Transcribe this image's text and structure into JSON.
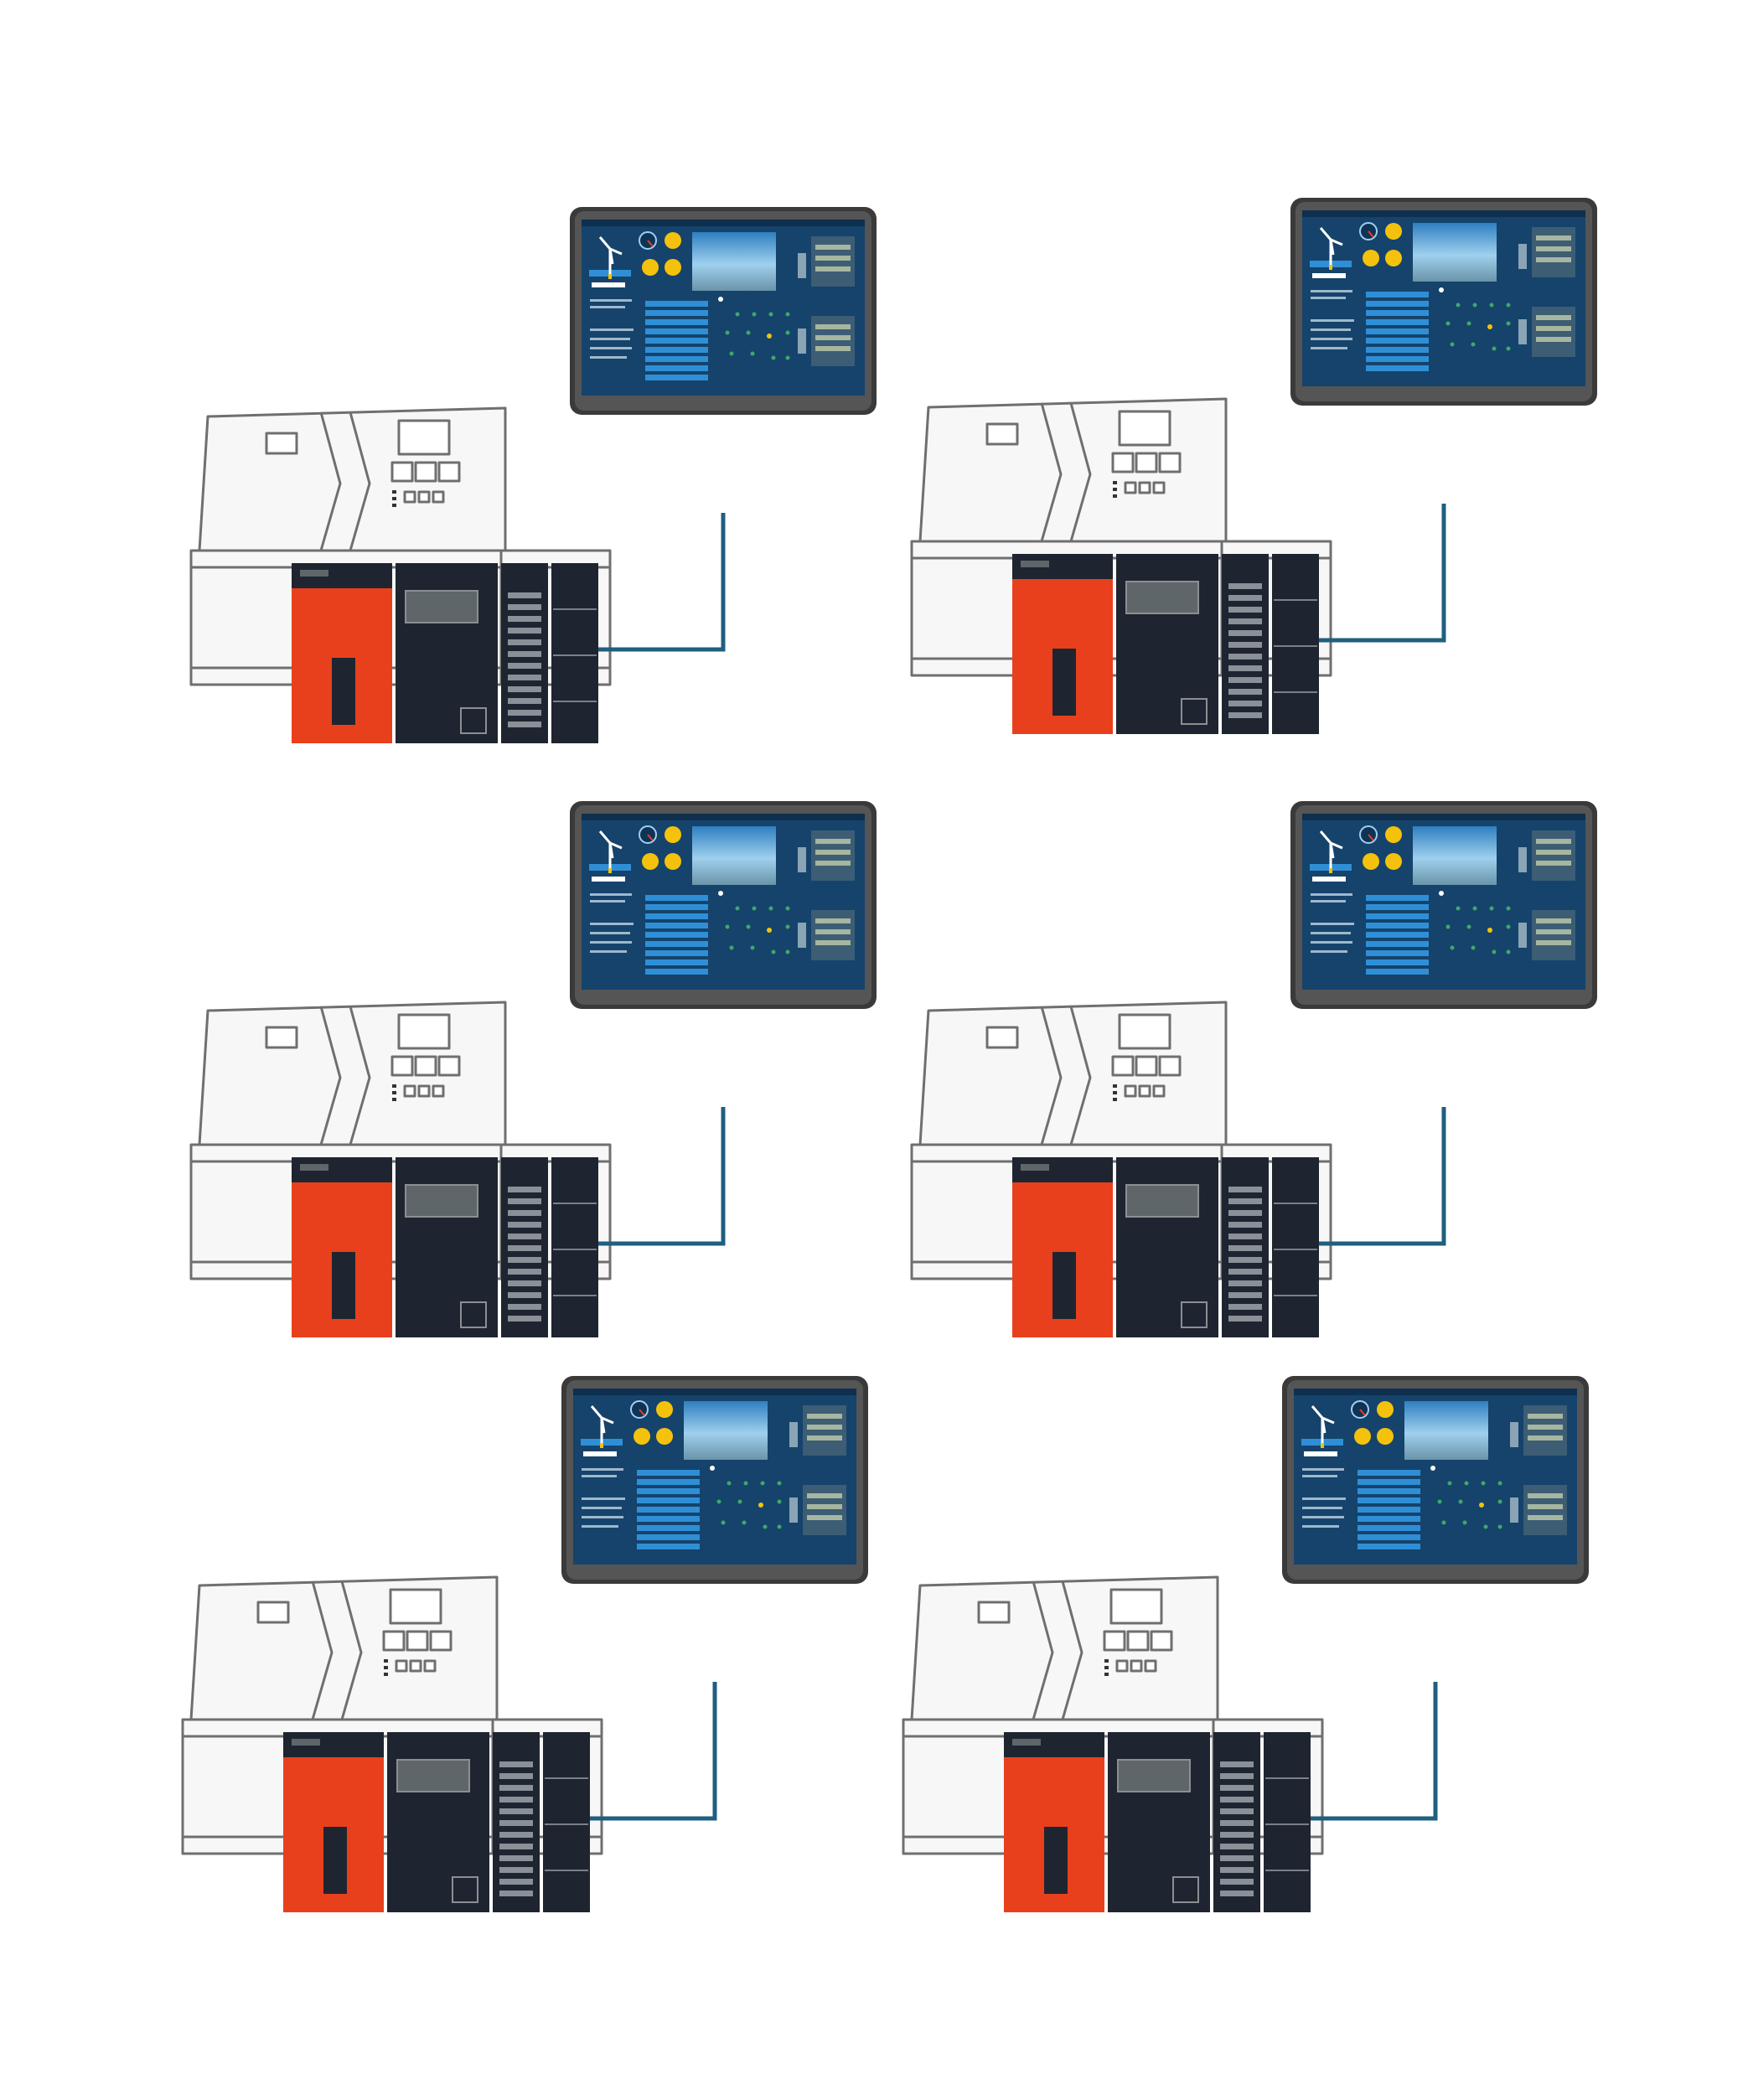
{
  "colors": {
    "background": "#ffffff",
    "machine_outline": "#6f6f6f",
    "machine_fill": "#f7f7f7",
    "plc_cpu": "#e8401c",
    "plc_dark": "#1e2530",
    "plc_lcd": "#5f6669",
    "io_led": "#8a9097",
    "connector": "#1f5f80",
    "hmi_bezel": "#3a3a3a",
    "hmi_screen": "#15436b",
    "hmi_accent": "#2f8fd6",
    "gauge_yellow": "#f4c20d"
  },
  "cells": [
    {
      "id": "cell-1",
      "components": [
        "cnc-lathe",
        "plc-rack",
        "hmi-touch-panel",
        "network-cable"
      ]
    },
    {
      "id": "cell-2",
      "components": [
        "cnc-lathe",
        "plc-rack",
        "hmi-touch-panel",
        "network-cable"
      ]
    },
    {
      "id": "cell-3",
      "components": [
        "cnc-lathe",
        "plc-rack",
        "hmi-touch-panel",
        "network-cable"
      ]
    },
    {
      "id": "cell-4",
      "components": [
        "cnc-lathe",
        "plc-rack",
        "hmi-touch-panel",
        "network-cable"
      ]
    },
    {
      "id": "cell-5",
      "components": [
        "cnc-lathe",
        "plc-rack",
        "hmi-touch-panel",
        "network-cable"
      ]
    },
    {
      "id": "cell-6",
      "components": [
        "cnc-lathe",
        "plc-rack",
        "hmi-touch-panel",
        "network-cable"
      ]
    }
  ]
}
